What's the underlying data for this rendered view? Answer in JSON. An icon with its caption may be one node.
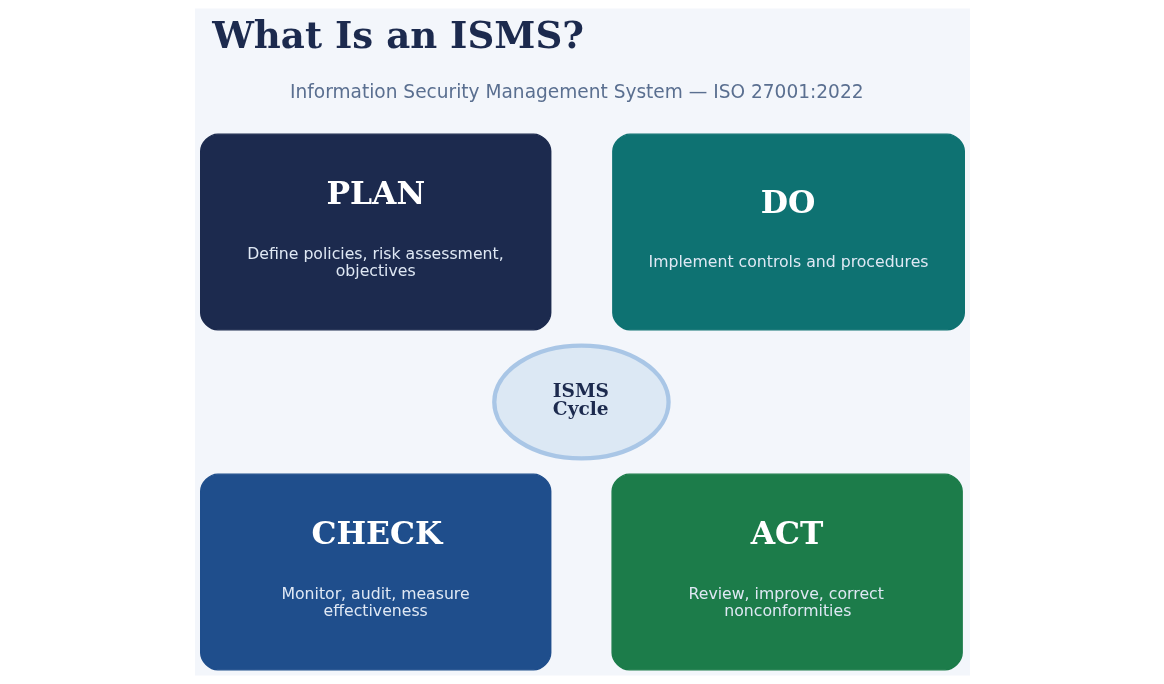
{
  "diagram": {
    "title": "What Is an ISMS?",
    "nodes": [
      {
        "text": [
          "PLAN",
          "Define policies, risk assessment, objectives"
        ]
      },
      {
        "text": [
          "DO",
          "Implement controls and procedures"
        ]
      },
      {
        "text": [
          "CHECK",
          "Monitor, audit, measure effectiveness"
        ]
      },
      {
        "text": [
          "ACT",
          "Review, improve, correct nonconformities"
        ]
      },
      {
        "text": [
          "ISMS Cycle"
        ]
      }
    ],
    "labels": [
      "Information Security Management System — ISO 27001:2022"
    ]
  }
}
